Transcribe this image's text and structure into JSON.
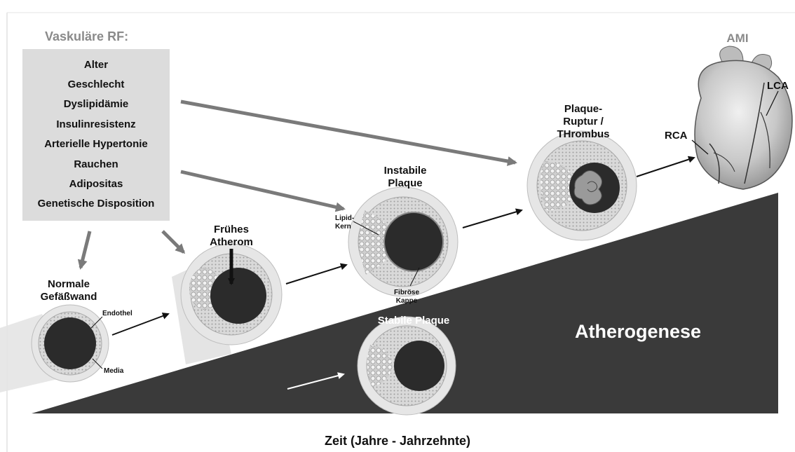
{
  "risk_factors": {
    "title": "Vaskuläre RF:",
    "items": [
      "Alter",
      "Geschlecht",
      "Dyslipidämie",
      "Insulinresistenz",
      "Arterielle Hypertonie",
      "Rauchen",
      "Adipositas",
      "Genetische Disposition"
    ]
  },
  "stages": {
    "normal": {
      "line1": "Normale",
      "line2": "Gefäßwand"
    },
    "early": {
      "line1": "Frühes",
      "line2": "Atherom"
    },
    "unstable": {
      "line1": "Instabile",
      "line2": "Plaque"
    },
    "rupture": {
      "line1": "Plaque-",
      "line2": "Ruptur /",
      "line3": "THrombus"
    },
    "stable": "Stabile Plaque",
    "ami": "AMI"
  },
  "labels": {
    "endothel": "Endothel",
    "media": "Media",
    "lipid_line1": "Lipid-",
    "lipid_line2": "Kern",
    "fibrous_line1": "Fibröse",
    "fibrous_line2": "Kappe",
    "rca": "RCA",
    "lca": "LCA"
  },
  "atherogenese": "Atherogenese",
  "time_axis": "Zeit (Jahre - Jahrzehnte)",
  "colors": {
    "wedge": "#3a3a3a",
    "rf_box": "#dcdcdc",
    "gray_arrow": "#7a7a7a",
    "lumen": "#2b2b2b",
    "vessel_wall": "#e6e6e6"
  }
}
